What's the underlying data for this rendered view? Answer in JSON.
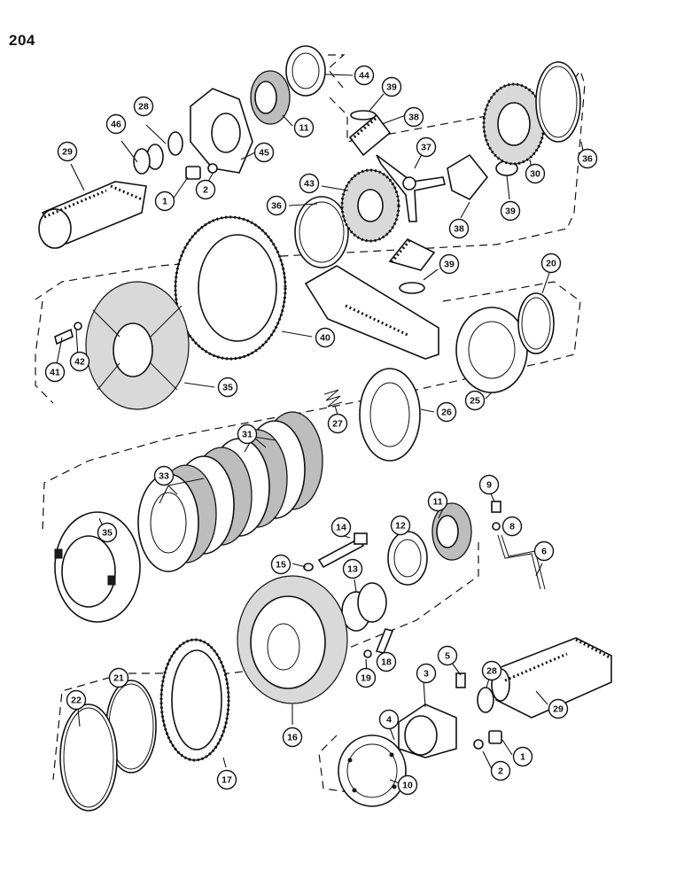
{
  "page_number": "204",
  "callouts": [
    {
      "label": "44"
    },
    {
      "label": "28"
    },
    {
      "label": "46"
    },
    {
      "label": "29"
    },
    {
      "label": "39"
    },
    {
      "label": "38"
    },
    {
      "label": "11"
    },
    {
      "label": "45"
    },
    {
      "label": "37"
    },
    {
      "label": "1"
    },
    {
      "label": "2"
    },
    {
      "label": "30"
    },
    {
      "label": "36"
    },
    {
      "label": "43"
    },
    {
      "label": "36"
    },
    {
      "label": "38"
    },
    {
      "label": "39"
    },
    {
      "label": "39"
    },
    {
      "label": "20"
    },
    {
      "label": "41"
    },
    {
      "label": "42"
    },
    {
      "label": "40"
    },
    {
      "label": "35"
    },
    {
      "label": "25"
    },
    {
      "label": "27"
    },
    {
      "label": "26"
    },
    {
      "label": "31"
    },
    {
      "label": "33"
    },
    {
      "label": "9"
    },
    {
      "label": "8"
    },
    {
      "label": "11"
    },
    {
      "label": "12"
    },
    {
      "label": "14"
    },
    {
      "label": "6"
    },
    {
      "label": "35"
    },
    {
      "label": "15"
    },
    {
      "label": "13"
    },
    {
      "label": "5"
    },
    {
      "label": "18"
    },
    {
      "label": "19"
    },
    {
      "label": "3"
    },
    {
      "label": "28"
    },
    {
      "label": "29"
    },
    {
      "label": "22"
    },
    {
      "label": "21"
    },
    {
      "label": "4"
    },
    {
      "label": "2"
    },
    {
      "label": "1"
    },
    {
      "label": "16"
    },
    {
      "label": "17"
    },
    {
      "label": "10"
    }
  ]
}
